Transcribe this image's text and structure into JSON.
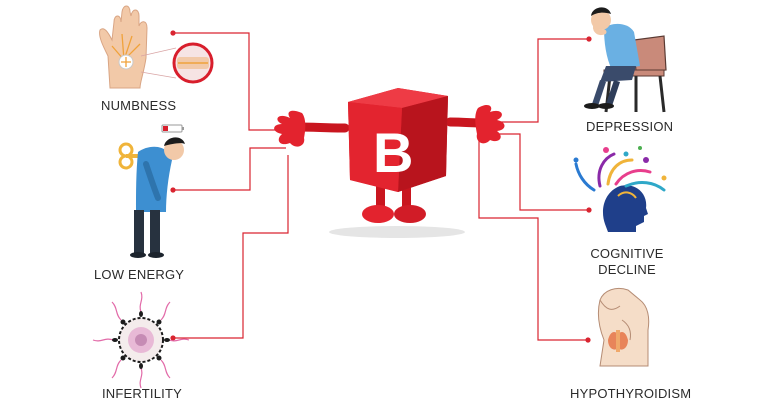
{
  "mascot": {
    "letter": "B"
  },
  "symptoms_left": [
    {
      "id": "numbness",
      "label": "NUMBNESS"
    },
    {
      "id": "low-energy",
      "label": "LOW ENERGY"
    },
    {
      "id": "infertility",
      "label": "INFERTILITY"
    }
  ],
  "symptoms_right": [
    {
      "id": "depression",
      "label": "DEPRESSION"
    },
    {
      "id": "cognitive-decline",
      "label_line1": "COGNITIVE",
      "label_line2": "DECLINE"
    },
    {
      "id": "hypothyroidism",
      "label": "HYPOTHYROIDISM"
    }
  ],
  "colors": {
    "accent": "#d81e2c",
    "connector": "#d92430",
    "text": "#2b2b2b",
    "skin": "#f2c9a8",
    "shirt_blue": "#3d8fd1",
    "pants_dark": "#27323f"
  },
  "icons": {
    "numbness": "hand-nerve-icon",
    "low_energy": "tired-wind-up-man-icon",
    "infertility": "sperm-egg-icon",
    "depression": "sad-man-on-chair-icon",
    "cognitive_decline": "head-thoughts-icon",
    "hypothyroidism": "thyroid-neck-icon"
  }
}
